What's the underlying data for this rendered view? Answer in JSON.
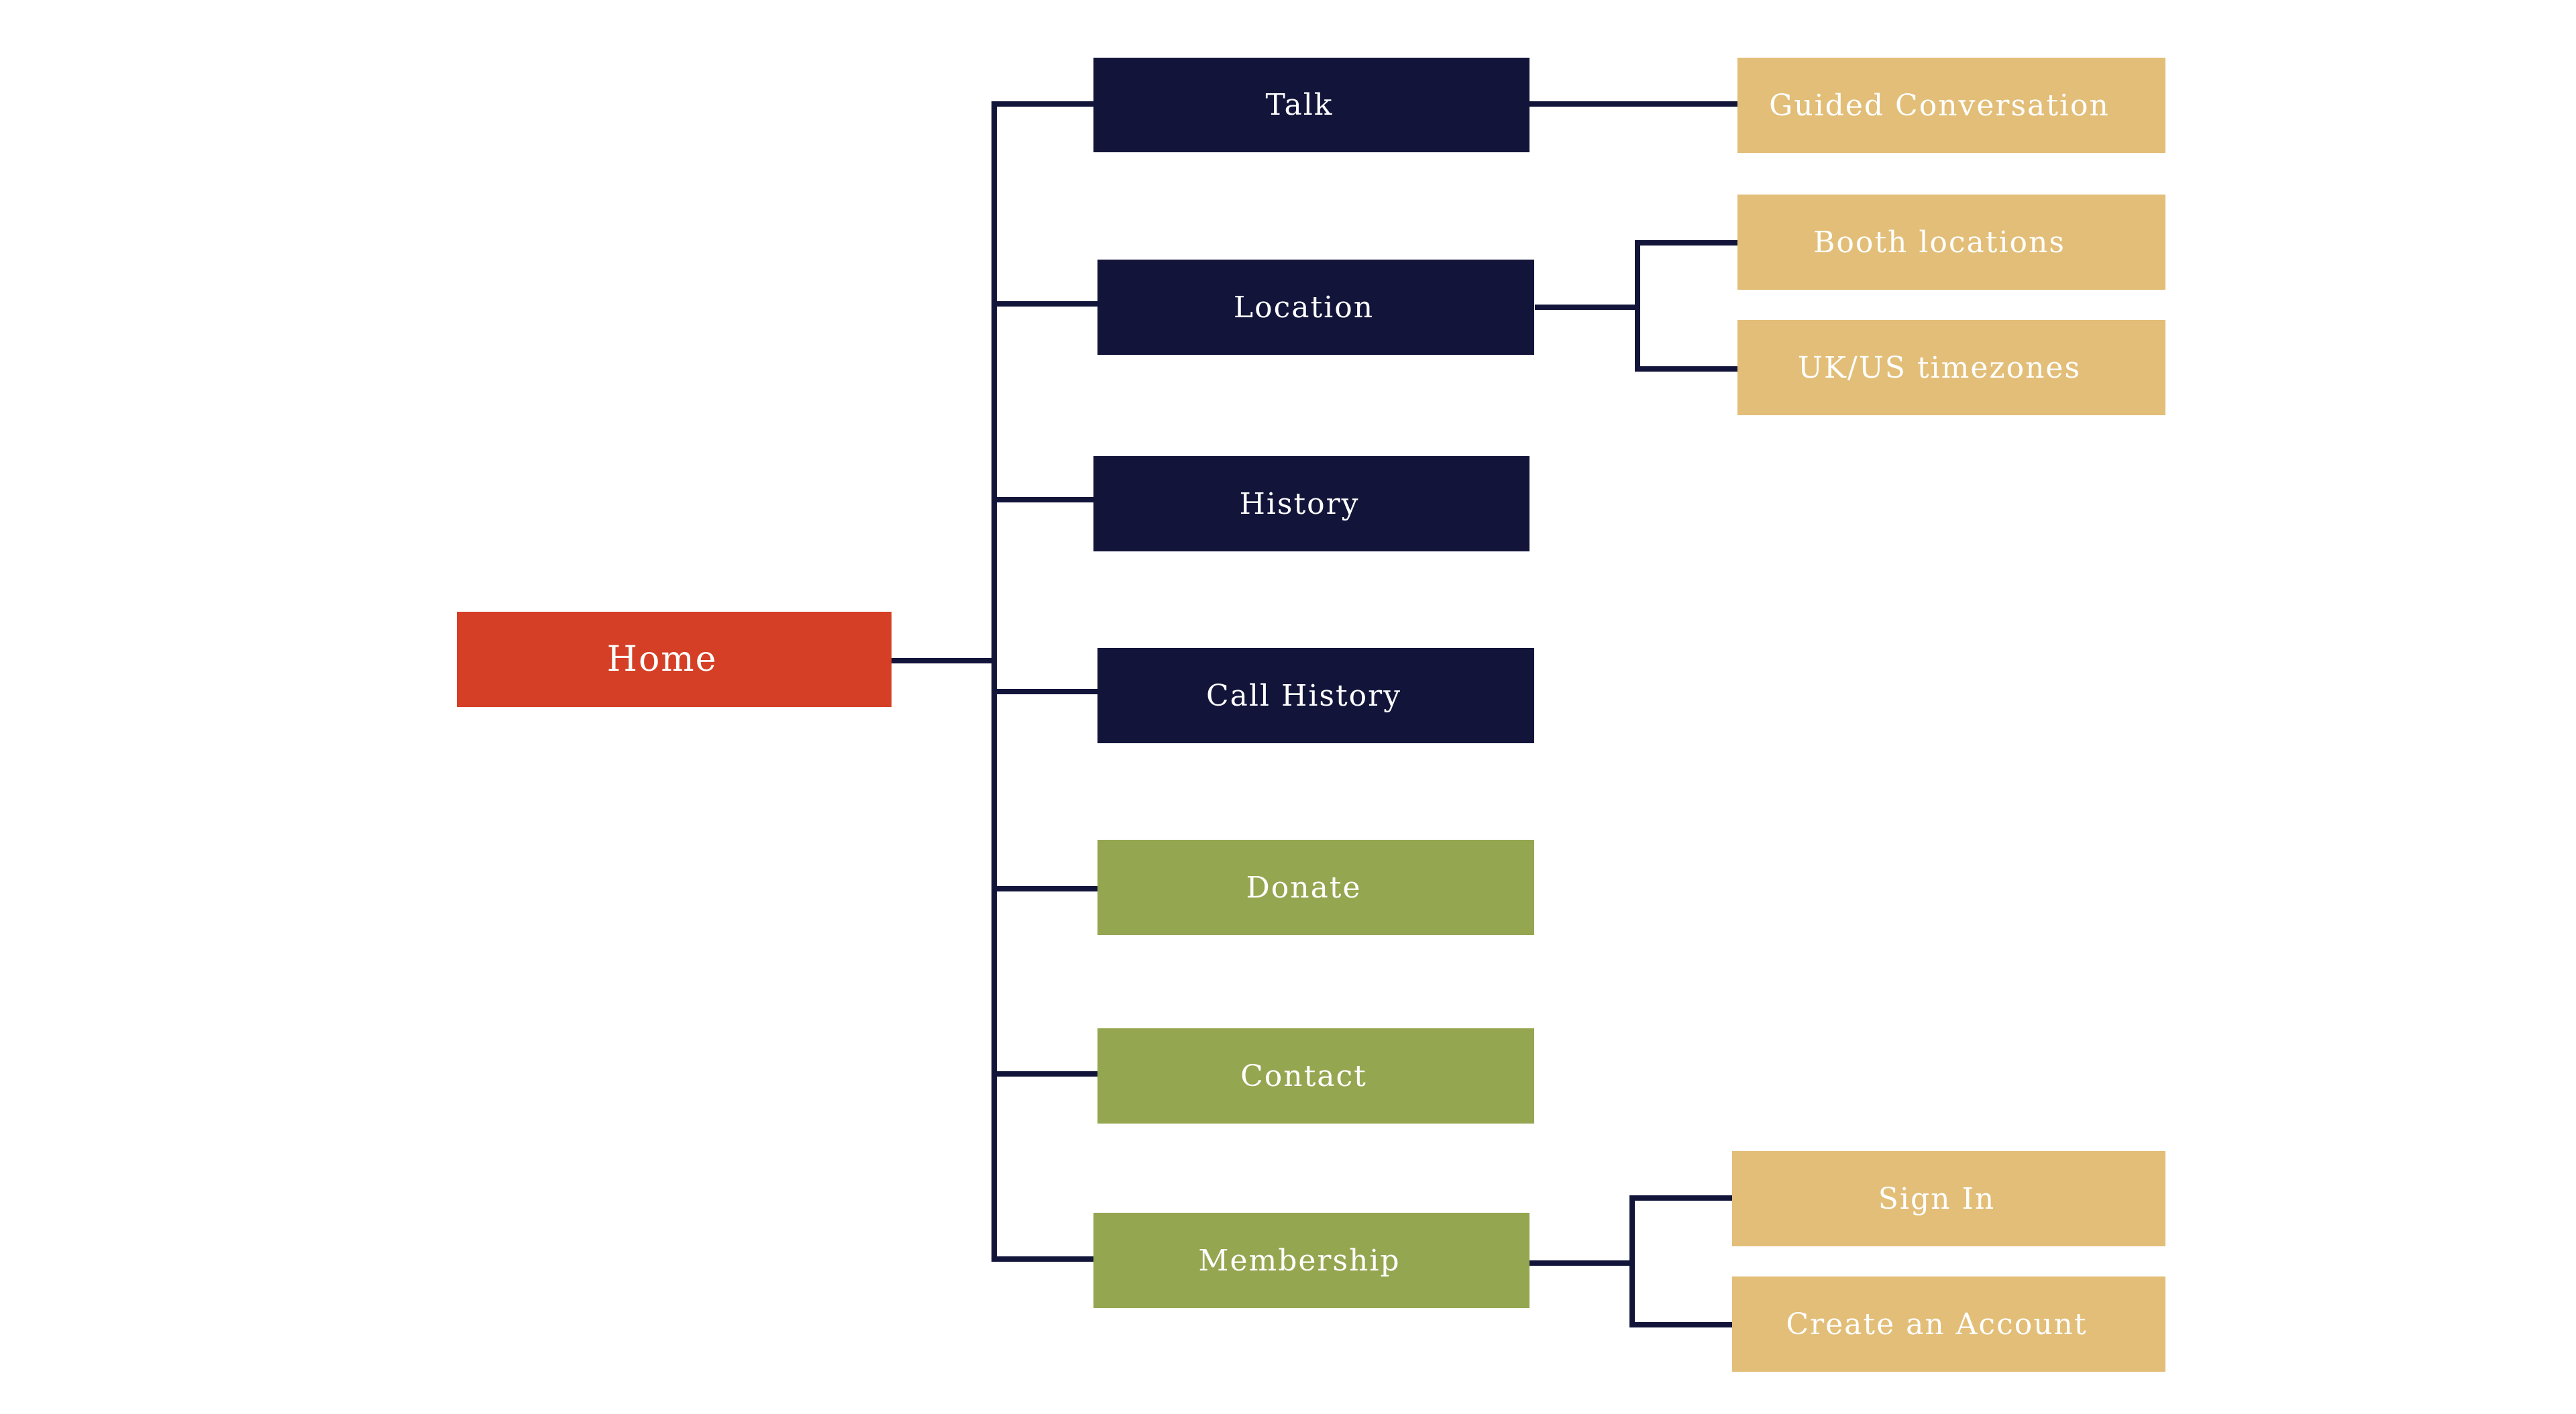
{
  "colors": {
    "root": "#d53f26",
    "core": "#12143a",
    "support": "#95a651",
    "leaf": "#e2be78",
    "connector": "#12143a"
  },
  "root": {
    "label": "Home"
  },
  "primary": [
    {
      "label": "Talk",
      "group": "core",
      "children": [
        {
          "label": "Guided Conversation"
        }
      ]
    },
    {
      "label": "Location",
      "group": "core",
      "children": [
        {
          "label": "Booth locations"
        },
        {
          "label": "UK/US timezones"
        }
      ]
    },
    {
      "label": "History",
      "group": "core",
      "children": []
    },
    {
      "label": "Call History",
      "group": "core",
      "children": []
    },
    {
      "label": "Donate",
      "group": "support",
      "children": []
    },
    {
      "label": "Contact",
      "group": "support",
      "children": []
    },
    {
      "label": "Membership",
      "group": "support",
      "children": [
        {
          "label": "Sign In"
        },
        {
          "label": "Create an Account"
        }
      ]
    }
  ]
}
